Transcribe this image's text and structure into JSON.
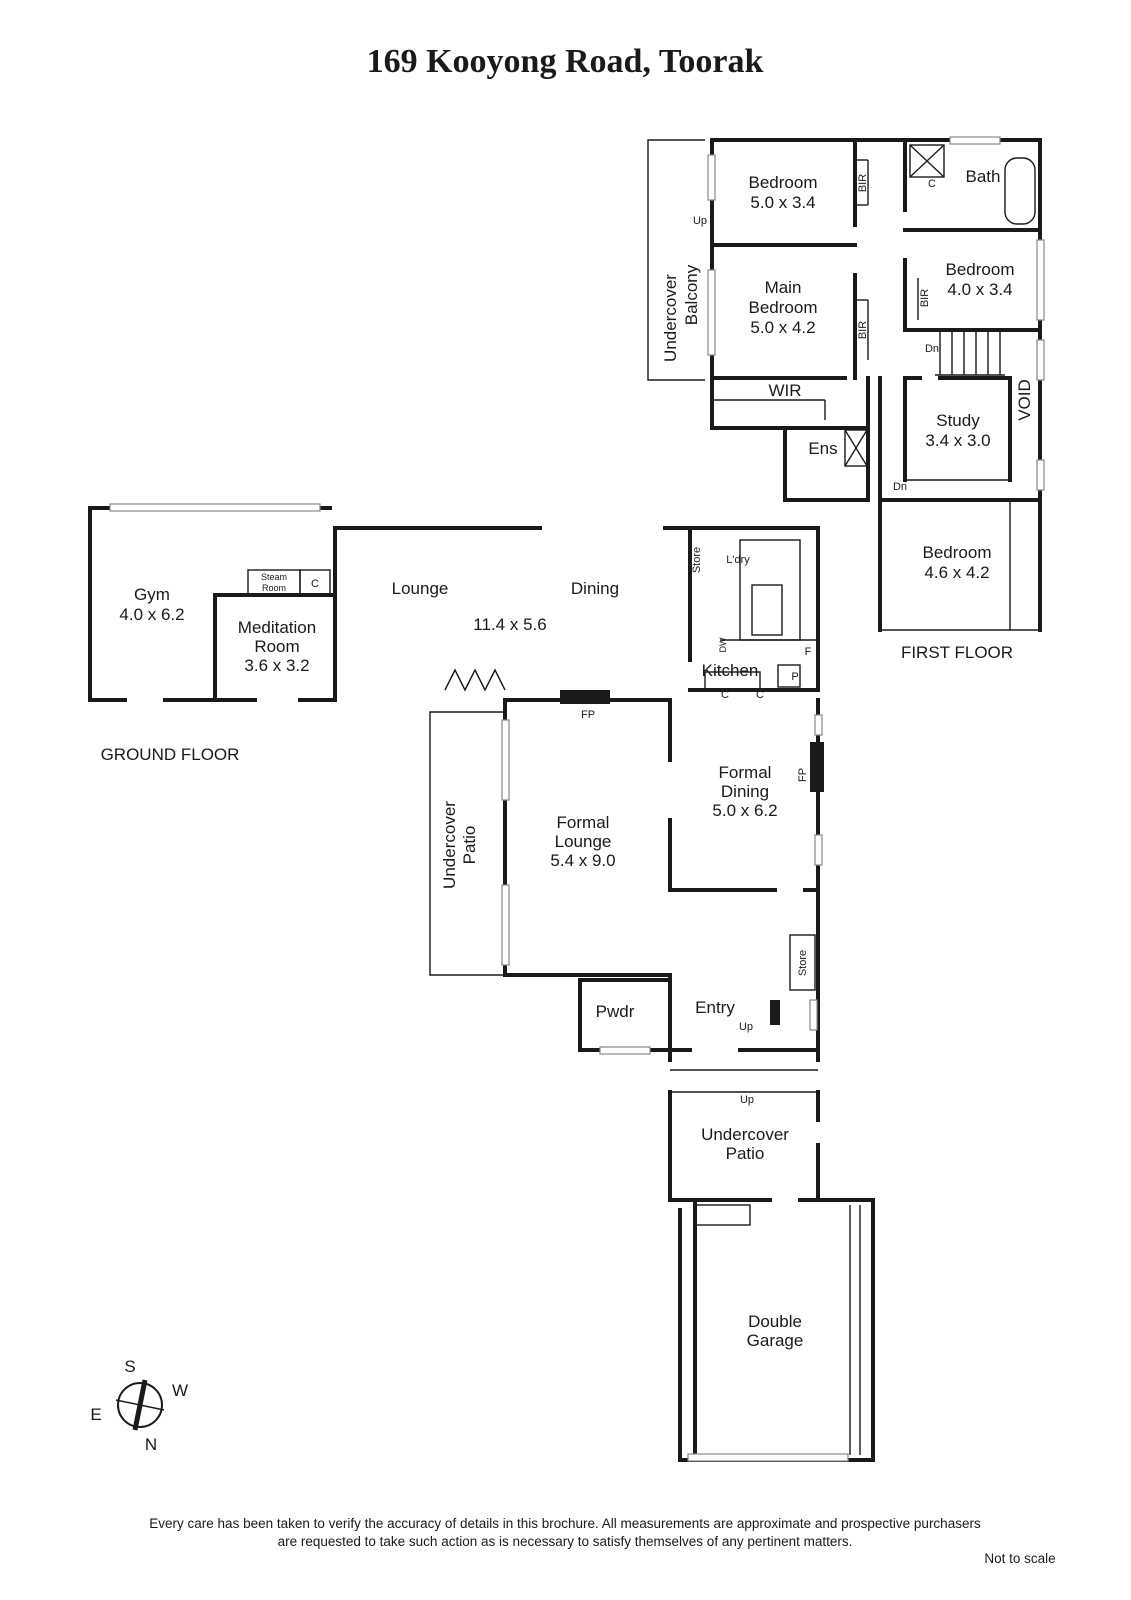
{
  "title": "169 Kooyong Road, Toorak",
  "floors": {
    "ground": "GROUND FLOOR",
    "first": "FIRST FLOOR"
  },
  "rooms": {
    "bedroom1": {
      "name": "Bedroom",
      "size": "5.0 x 3.4"
    },
    "bath": {
      "name": "Bath"
    },
    "bedroom2": {
      "name": "Bedroom",
      "size": "4.0 x 3.4"
    },
    "main_bedroom": {
      "name1": "Main",
      "name2": "Bedroom",
      "size": "5.0 x 4.2"
    },
    "balcony": {
      "name1": "Undercover",
      "name2": "Balcony"
    },
    "wir": {
      "name": "WIR"
    },
    "ens": {
      "name": "Ens"
    },
    "study": {
      "name": "Study",
      "size": "3.4 x 3.0"
    },
    "void": {
      "name": "VOID"
    },
    "bedroom3": {
      "name": "Bedroom",
      "size": "4.6 x 4.2"
    },
    "gym": {
      "name": "Gym",
      "size": "4.0 x 6.2"
    },
    "steam": {
      "name1": "Steam",
      "name2": "Room"
    },
    "meditation": {
      "name1": "Meditation",
      "name2": "Room",
      "size": "3.6 x 3.2"
    },
    "lounge": {
      "name": "Lounge"
    },
    "dining": {
      "name": "Dining"
    },
    "lounge_dining_size": "11.4 x 5.6",
    "store1": {
      "name": "Store"
    },
    "laundry": {
      "name": "L'dry"
    },
    "kitchen": {
      "name": "Kitchen"
    },
    "formal_lounge": {
      "name1": "Formal",
      "name2": "Lounge",
      "size": "5.4 x 9.0"
    },
    "formal_dining": {
      "name1": "Formal",
      "name2": "Dining",
      "size": "5.0 x 6.2"
    },
    "patio1": {
      "name1": "Undercover",
      "name2": "Patio"
    },
    "store2": {
      "name": "Store"
    },
    "pwdr": {
      "name": "Pwdr"
    },
    "entry": {
      "name": "Entry"
    },
    "patio2": {
      "name1": "Undercover",
      "name2": "Patio"
    },
    "garage": {
      "name1": "Double",
      "name2": "Garage"
    }
  },
  "marks": {
    "bir": "BIR",
    "c": "C",
    "up": "Up",
    "dn": "Dn",
    "fp": "FP",
    "dw": "DW",
    "f": "F",
    "p": "P"
  },
  "compass": {
    "s": "S",
    "w": "W",
    "e": "E",
    "n": "N"
  },
  "disclaimer": {
    "line1": "Every care has been taken to verify the accuracy of details in this brochure.  All measurements are approximate and prospective purchasers",
    "line2": "are requested to take such action as is necessary to satisfy themselves of any pertinent matters."
  },
  "scale_note": "Not to scale"
}
